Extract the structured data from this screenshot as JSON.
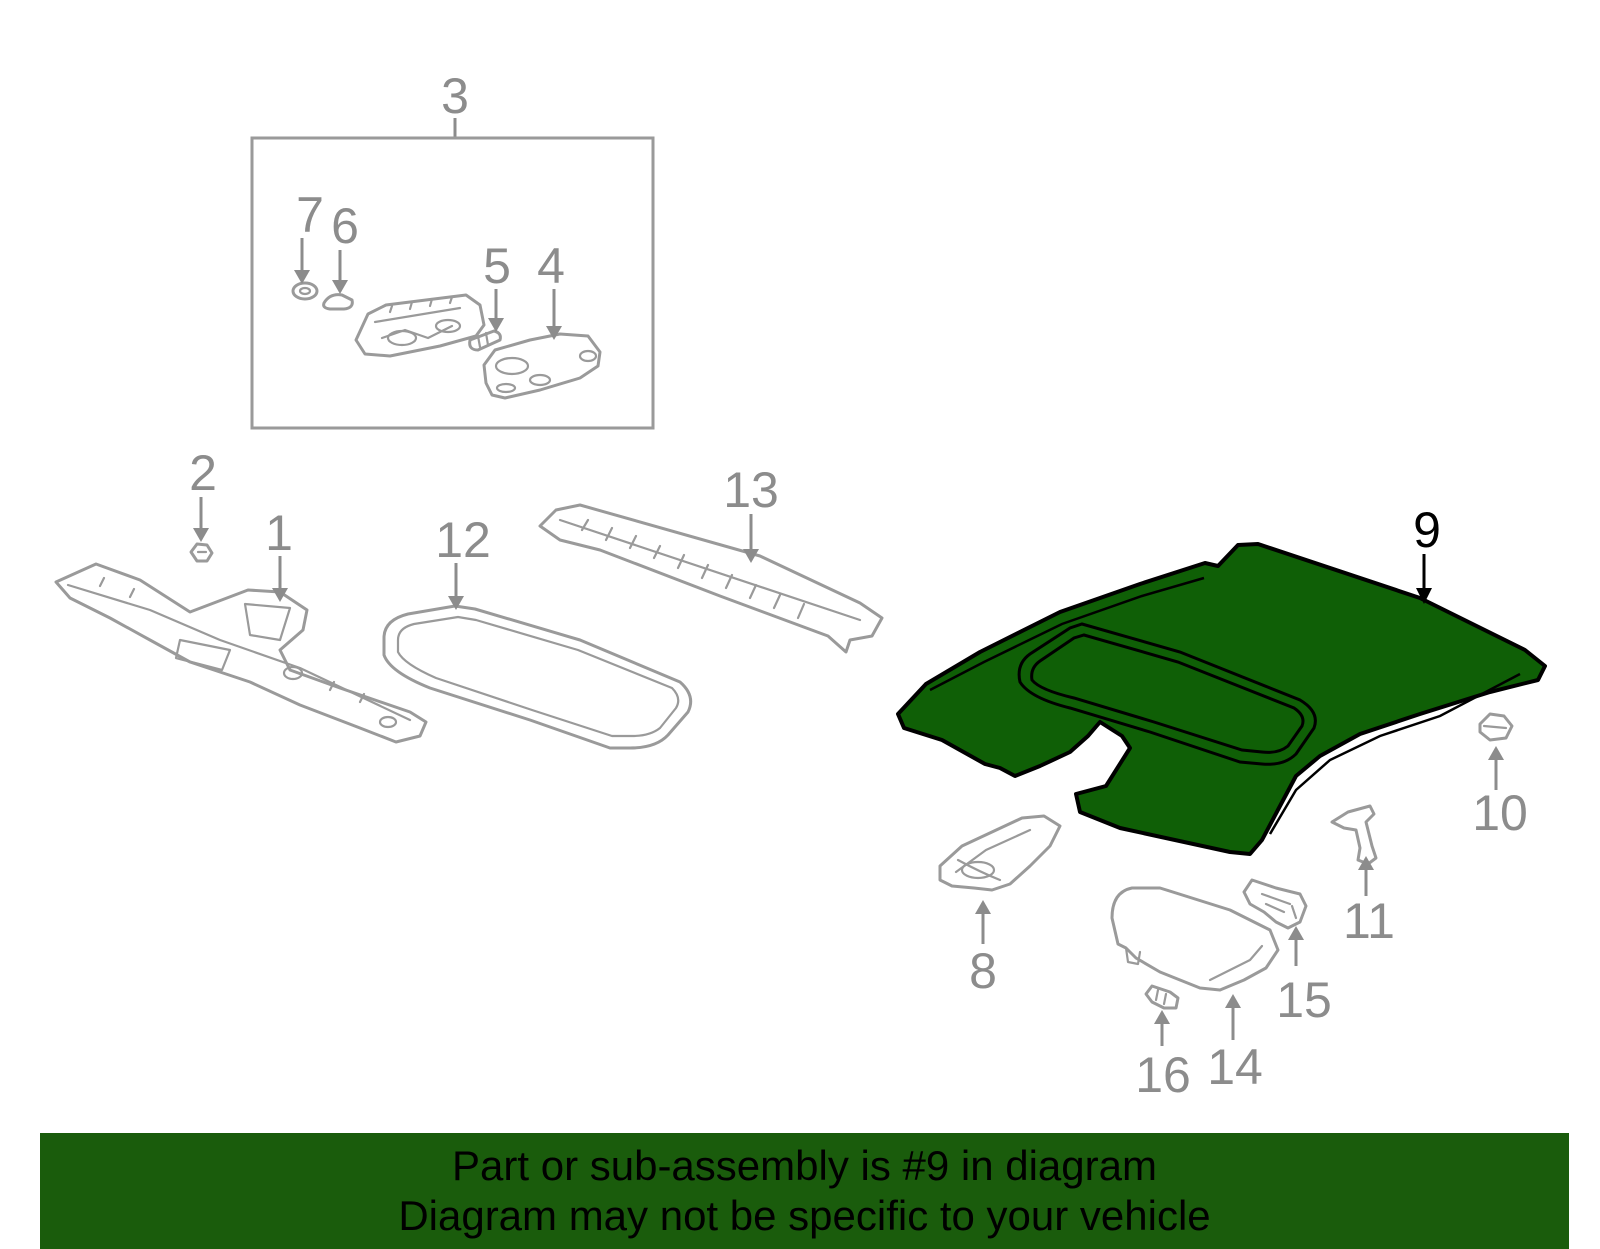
{
  "colors": {
    "highlight_fill": "#0f5f06",
    "banner_bg": "#1a5c0c",
    "line_gray": "#9a9a9a",
    "label_gray": "#8c8c8c",
    "highlight_text": "#000000"
  },
  "callouts": {
    "c1": "1",
    "c2": "2",
    "c3": "3",
    "c4": "4",
    "c5": "5",
    "c6": "6",
    "c7": "7",
    "c8": "8",
    "c9": "9",
    "c10": "10",
    "c11": "11",
    "c12": "12",
    "c13": "13",
    "c14": "14",
    "c15": "15",
    "c16": "16"
  },
  "highlighted_part": "9",
  "banner": {
    "line1": "Part or sub-assembly is #9 in diagram",
    "line2": "Diagram may not be specific to your vehicle"
  }
}
